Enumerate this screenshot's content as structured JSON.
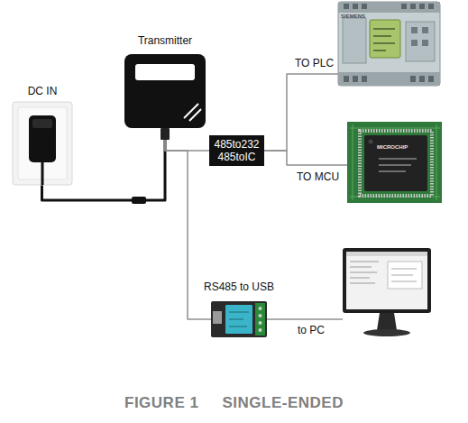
{
  "diagram": {
    "caption": "FIGURE 1     SINGLE-ENDED",
    "nodes": [
      {
        "text": [
          "Transmitter"
        ]
      },
      {
        "text": [
          "DC IN"
        ]
      },
      {
        "text": [
          "485to232 485toIC"
        ]
      },
      {
        "text": [
          "TO PLC"
        ]
      },
      {
        "text": [
          "TO MCU"
        ]
      },
      {
        "text": [
          "RS485 to USB"
        ]
      },
      {
        "text": [
          "to PC"
        ]
      }
    ],
    "edges": [
      {
        "from": 1,
        "to": 0,
        "arrow": "none"
      },
      {
        "from": 0,
        "to": 2,
        "arrow": "none"
      },
      {
        "from": 2,
        "to": 3,
        "arrow": "none"
      },
      {
        "from": 2,
        "to": 4,
        "arrow": "none"
      },
      {
        "from": 0,
        "to": 5,
        "arrow": "none"
      },
      {
        "from": 5,
        "to": 6,
        "arrow": "none"
      }
    ],
    "labels": [
      "SIEMENS",
      "MICROCHIP"
    ]
  }
}
